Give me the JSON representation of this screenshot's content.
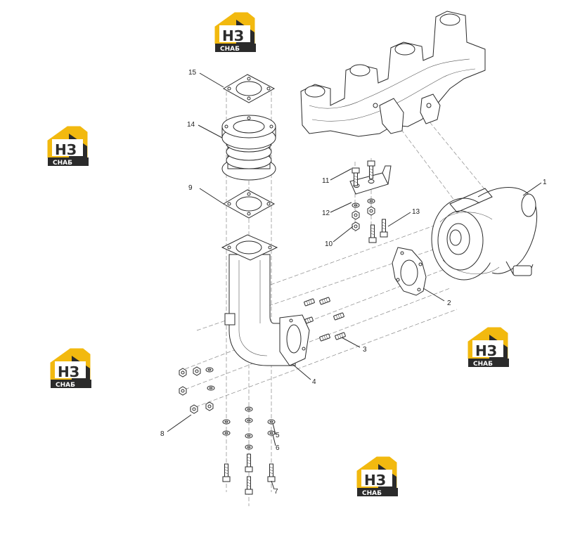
{
  "brand": {
    "logo_top": "НЗ",
    "logo_bottom": "СНАБ",
    "color_yellow": "#F2B90F",
    "color_dark": "#2B2B2B"
  },
  "callouts": [
    "1",
    "2",
    "3",
    "4",
    "5",
    "6",
    "7",
    "8",
    "9",
    "10",
    "11",
    "12",
    "13",
    "14",
    "15"
  ]
}
